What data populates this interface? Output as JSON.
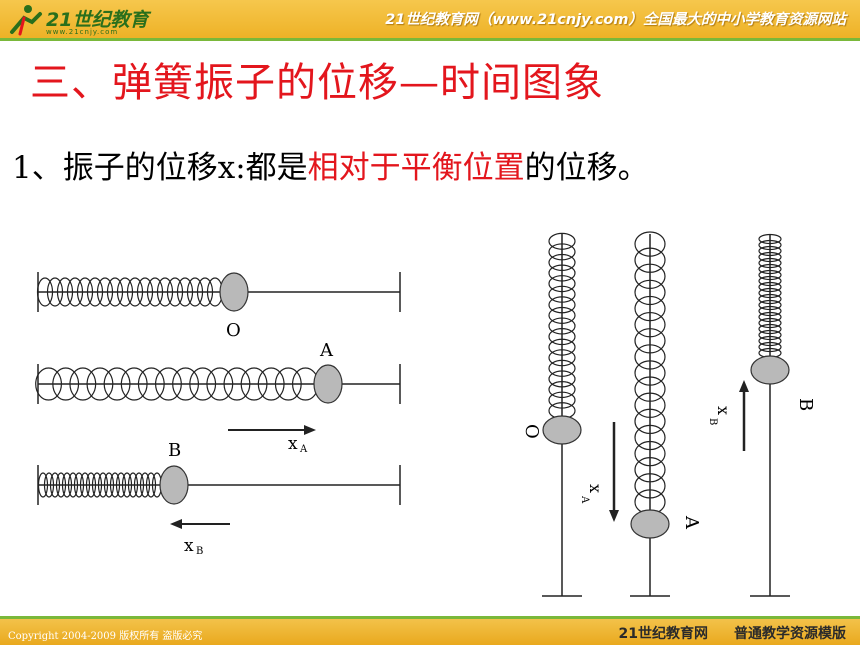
{
  "header": {
    "logo_text": "21世纪教育",
    "logo_sub": "www.21cnjy.com",
    "tagline": "21世纪教育网（www.21cnjy.com）全国最大的中小学教育资源网站"
  },
  "slide": {
    "title": "三、弹簧振子的位移—时间图象",
    "line1_prefix": "1、振子的位移x:都是",
    "line1_highlight": "相对于平衡位置",
    "line1_suffix": "的位移。"
  },
  "horizontal_figure": {
    "label_O": "O",
    "label_A": "A",
    "label_B": "B",
    "label_xA_main": "x",
    "label_xA_sub": "A",
    "label_xB_main": "x",
    "label_xB_sub": "B"
  },
  "vertical_figure": {
    "label_O": "O",
    "label_A": "A",
    "label_B": "B",
    "label_xA_main": "x",
    "label_xA_sub": "A",
    "label_xB_main": "x",
    "label_xB_sub": "B"
  },
  "footer": {
    "copyright": "Copyright 2004-2009 版权所有 盗版必究",
    "site": "21世纪教育网",
    "template": "普通教学资源模版"
  },
  "colors": {
    "title_red": "#e3161d",
    "bar_orange": "#f0b52e",
    "bar_green": "#7ab83a",
    "ball_gray": "#b9b9b9"
  }
}
